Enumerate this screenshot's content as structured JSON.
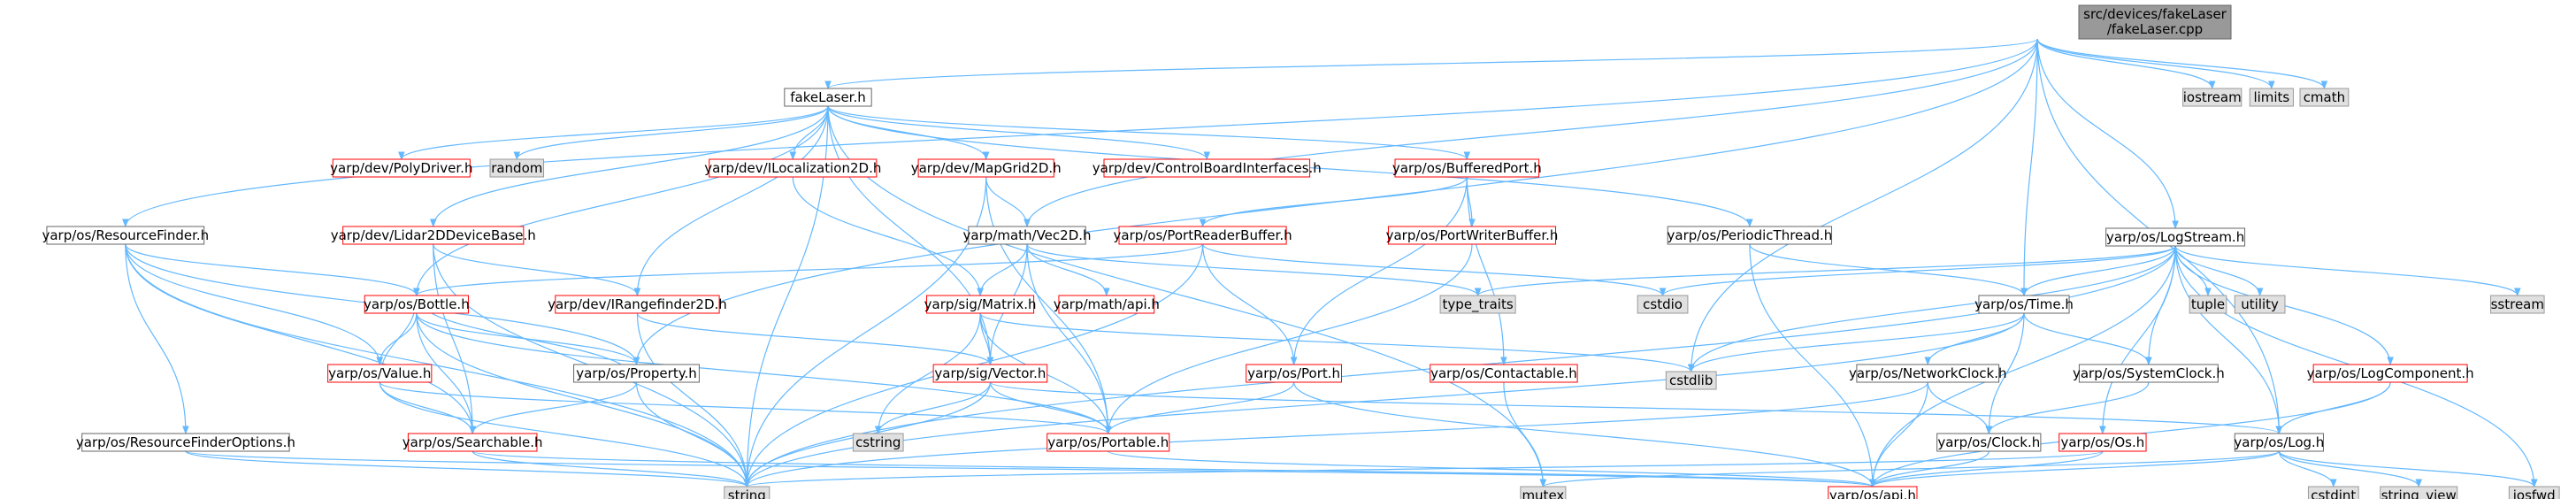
{
  "root": {
    "line1": "src/devices/fakeLaser",
    "line2": "/fakeLaser.cpp"
  },
  "nodes": {
    "fakeLaser_h": {
      "label": "fakeLaser.h",
      "style": "plain"
    },
    "iostream": {
      "label": "iostream",
      "style": "gray"
    },
    "limits": {
      "label": "limits",
      "style": "gray"
    },
    "cmath": {
      "label": "cmath",
      "style": "gray"
    },
    "PolyDriver": {
      "label": "yarp/dev/PolyDriver.h",
      "style": "red"
    },
    "random": {
      "label": "random",
      "style": "gray"
    },
    "ILocalization": {
      "label": "yarp/dev/ILocalization2D.h",
      "style": "red"
    },
    "MapGrid2D": {
      "label": "yarp/dev/MapGrid2D.h",
      "style": "red"
    },
    "ControlBoard": {
      "label": "yarp/dev/ControlBoardInterfaces.h",
      "style": "red"
    },
    "BufferedPort": {
      "label": "yarp/os/BufferedPort.h",
      "style": "red"
    },
    "ResourceFinder": {
      "label": "yarp/os/ResourceFinder.h",
      "style": "plain"
    },
    "Lidar2D": {
      "label": "yarp/dev/Lidar2DDeviceBase.h",
      "style": "red"
    },
    "Vec2D": {
      "label": "yarp/math/Vec2D.h",
      "style": "plain"
    },
    "PortReaderBuffer": {
      "label": "yarp/os/PortReaderBuffer.h",
      "style": "red"
    },
    "PortWriterBuffer": {
      "label": "yarp/os/PortWriterBuffer.h",
      "style": "red"
    },
    "PeriodicThread": {
      "label": "yarp/os/PeriodicThread.h",
      "style": "plain"
    },
    "LogStream": {
      "label": "yarp/os/LogStream.h",
      "style": "plain"
    },
    "Bottle": {
      "label": "yarp/os/Bottle.h",
      "style": "red"
    },
    "IRangefinder": {
      "label": "yarp/dev/IRangefinder2D.h",
      "style": "red"
    },
    "Matrix": {
      "label": "yarp/sig/Matrix.h",
      "style": "red"
    },
    "mathapi": {
      "label": "yarp/math/api.h",
      "style": "red"
    },
    "type_traits": {
      "label": "type_traits",
      "style": "gray"
    },
    "cstdio": {
      "label": "cstdio",
      "style": "gray"
    },
    "Time": {
      "label": "yarp/os/Time.h",
      "style": "plain"
    },
    "tuple": {
      "label": "tuple",
      "style": "gray"
    },
    "utility": {
      "label": "utility",
      "style": "gray"
    },
    "sstream": {
      "label": "sstream",
      "style": "gray"
    },
    "Value": {
      "label": "yarp/os/Value.h",
      "style": "red"
    },
    "Property": {
      "label": "yarp/os/Property.h",
      "style": "plain"
    },
    "Vector": {
      "label": "yarp/sig/Vector.h",
      "style": "red"
    },
    "Port": {
      "label": "yarp/os/Port.h",
      "style": "red"
    },
    "Contactable": {
      "label": "yarp/os/Contactable.h",
      "style": "red"
    },
    "cstdlib": {
      "label": "cstdlib",
      "style": "gray"
    },
    "NetworkClock": {
      "label": "yarp/os/NetworkClock.h",
      "style": "plain"
    },
    "SystemClock": {
      "label": "yarp/os/SystemClock.h",
      "style": "plain"
    },
    "LogComponent": {
      "label": "yarp/os/LogComponent.h",
      "style": "red"
    },
    "RFOptions": {
      "label": "yarp/os/ResourceFinderOptions.h",
      "style": "plain"
    },
    "Searchable": {
      "label": "yarp/os/Searchable.h",
      "style": "red"
    },
    "cstring": {
      "label": "cstring",
      "style": "gray"
    },
    "Portable": {
      "label": "yarp/os/Portable.h",
      "style": "red"
    },
    "Clock": {
      "label": "yarp/os/Clock.h",
      "style": "plain"
    },
    "OsOs": {
      "label": "yarp/os/Os.h",
      "style": "red"
    },
    "Log": {
      "label": "yarp/os/Log.h",
      "style": "plain"
    },
    "string": {
      "label": "string",
      "style": "gray"
    },
    "mutex": {
      "label": "mutex",
      "style": "gray"
    },
    "osapi": {
      "label": "yarp/os/api.h",
      "style": "red"
    },
    "cstdint": {
      "label": "cstdint",
      "style": "gray"
    },
    "string_view": {
      "label": "string_view",
      "style": "gray"
    },
    "iosfwd": {
      "label": "iosfwd",
      "style": "gray"
    }
  },
  "edges": [
    [
      "root",
      "fakeLaser_h"
    ],
    [
      "root",
      "iostream"
    ],
    [
      "root",
      "limits"
    ],
    [
      "root",
      "cmath"
    ],
    [
      "root",
      "ResourceFinder"
    ],
    [
      "root",
      "LogStream"
    ],
    [
      "root",
      "Time"
    ],
    [
      "root",
      "cstdlib"
    ],
    [
      "root",
      "Log"
    ],
    [
      "root",
      "Vec2D"
    ],
    [
      "root",
      "Property"
    ],
    [
      "fakeLaser_h",
      "PolyDriver"
    ],
    [
      "fakeLaser_h",
      "random"
    ],
    [
      "fakeLaser_h",
      "ILocalization"
    ],
    [
      "fakeLaser_h",
      "MapGrid2D"
    ],
    [
      "fakeLaser_h",
      "ControlBoard"
    ],
    [
      "fakeLaser_h",
      "BufferedPort"
    ],
    [
      "fakeLaser_h",
      "Lidar2D"
    ],
    [
      "fakeLaser_h",
      "PeriodicThread"
    ],
    [
      "fakeLaser_h",
      "IRangefinder"
    ],
    [
      "fakeLaser_h",
      "Vector"
    ],
    [
      "fakeLaser_h",
      "string"
    ],
    [
      "fakeLaser_h",
      "mutex"
    ],
    [
      "fakeLaser_h",
      "Bottle"
    ],
    [
      "ResourceFinder",
      "Bottle"
    ],
    [
      "ResourceFinder",
      "Value"
    ],
    [
      "ResourceFinder",
      "Property"
    ],
    [
      "ResourceFinder",
      "RFOptions"
    ],
    [
      "ResourceFinder",
      "Searchable"
    ],
    [
      "ResourceFinder",
      "string"
    ],
    [
      "Lidar2D",
      "IRangefinder"
    ],
    [
      "Lidar2D",
      "Searchable"
    ],
    [
      "Lidar2D",
      "string"
    ],
    [
      "MapGrid2D",
      "Vec2D"
    ],
    [
      "MapGrid2D",
      "Portable"
    ],
    [
      "MapGrid2D",
      "string"
    ],
    [
      "ILocalization",
      "Matrix"
    ],
    [
      "BufferedPort",
      "PortReaderBuffer"
    ],
    [
      "BufferedPort",
      "PortWriterBuffer"
    ],
    [
      "BufferedPort",
      "Port"
    ],
    [
      "BufferedPort",
      "Contactable"
    ],
    [
      "Vec2D",
      "Matrix"
    ],
    [
      "Vec2D",
      "mathapi"
    ],
    [
      "Vec2D",
      "Vector"
    ],
    [
      "Vec2D",
      "Portable"
    ],
    [
      "Vec2D",
      "type_traits"
    ],
    [
      "PortReaderBuffer",
      "Port"
    ],
    [
      "PortReaderBuffer",
      "Bottle"
    ],
    [
      "PortReaderBuffer",
      "cstdio"
    ],
    [
      "PortReaderBuffer",
      "string"
    ],
    [
      "PortWriterBuffer",
      "Portable"
    ],
    [
      "PeriodicThread",
      "Time"
    ],
    [
      "PeriodicThread",
      "osapi"
    ],
    [
      "LogStream",
      "type_traits"
    ],
    [
      "LogStream",
      "cstdio"
    ],
    [
      "LogStream",
      "Time"
    ],
    [
      "LogStream",
      "tuple"
    ],
    [
      "LogStream",
      "utility"
    ],
    [
      "LogStream",
      "sstream"
    ],
    [
      "LogStream",
      "LogComponent"
    ],
    [
      "LogStream",
      "Log"
    ],
    [
      "LogStream",
      "OsOs"
    ],
    [
      "LogStream",
      "SystemClock"
    ],
    [
      "LogStream",
      "cstdlib"
    ],
    [
      "LogStream",
      "iosfwd"
    ],
    [
      "LogStream",
      "osapi"
    ],
    [
      "LogStream",
      "string"
    ],
    [
      "Bottle",
      "Value"
    ],
    [
      "Bottle",
      "Property"
    ],
    [
      "Bottle",
      "Searchable"
    ],
    [
      "Bottle",
      "Portable"
    ],
    [
      "Bottle",
      "string"
    ],
    [
      "IRangefinder",
      "Vector"
    ],
    [
      "IRangefinder",
      "string"
    ],
    [
      "Matrix",
      "Vector"
    ],
    [
      "Matrix",
      "Portable"
    ],
    [
      "Matrix",
      "cstring"
    ],
    [
      "Matrix",
      "cstdlib"
    ],
    [
      "Time",
      "NetworkClock"
    ],
    [
      "Time",
      "SystemClock"
    ],
    [
      "Time",
      "Clock"
    ],
    [
      "Time",
      "cstdlib"
    ],
    [
      "Time",
      "string"
    ],
    [
      "Value",
      "Bottle"
    ],
    [
      "Value",
      "Searchable"
    ],
    [
      "Value",
      "Portable"
    ],
    [
      "Value",
      "string"
    ],
    [
      "Property",
      "Bottle"
    ],
    [
      "Property",
      "Searchable"
    ],
    [
      "Property",
      "string"
    ],
    [
      "Vector",
      "Portable"
    ],
    [
      "Vector",
      "Log"
    ],
    [
      "Vector",
      "cstring"
    ],
    [
      "Vector",
      "string"
    ],
    [
      "Port",
      "Portable"
    ],
    [
      "Port",
      "osapi"
    ],
    [
      "Contactable",
      "mutex"
    ],
    [
      "NetworkClock",
      "Clock"
    ],
    [
      "NetworkClock",
      "osapi"
    ],
    [
      "NetworkClock",
      "string"
    ],
    [
      "SystemClock",
      "Clock"
    ],
    [
      "LogComponent",
      "Log"
    ],
    [
      "LogComponent",
      "osapi"
    ],
    [
      "RFOptions",
      "string"
    ],
    [
      "RFOptions",
      "osapi"
    ],
    [
      "Searchable",
      "string"
    ],
    [
      "Searchable",
      "osapi"
    ],
    [
      "Portable",
      "osapi"
    ],
    [
      "Clock",
      "osapi"
    ],
    [
      "OsOs",
      "osapi"
    ],
    [
      "OsOs",
      "string"
    ],
    [
      "Log",
      "osapi"
    ],
    [
      "Log",
      "cstdint"
    ],
    [
      "Log",
      "string_view"
    ],
    [
      "Log",
      "iosfwd"
    ],
    [
      "Log",
      "mutex"
    ]
  ],
  "colors": {
    "edge": "#63b8ff",
    "root_fill": "#999999",
    "gray_fill": "#e0e0e0",
    "gray_stroke": "#999999",
    "red_stroke": "#ff0000",
    "plain_stroke": "#666666",
    "text": "#000000"
  }
}
